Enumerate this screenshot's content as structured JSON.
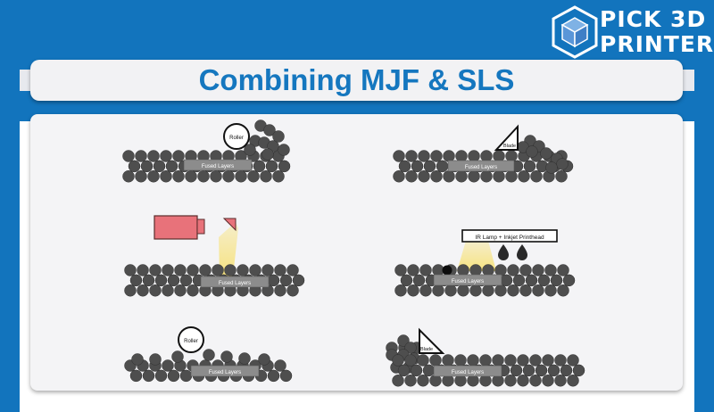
{
  "brand": {
    "line1": "PICK 3D",
    "line2": "PRINTER"
  },
  "title": "Combining MJF & SLS",
  "labels": {
    "fused_layers": "Fused Layers",
    "roller": "Roller",
    "blade": "Blade",
    "ir_lamp": "IR Lamp + Inkjet Printhead"
  },
  "colors": {
    "brand_blue": "#1274bd",
    "title_blue": "#1577bf",
    "powder": "#4e4e4e",
    "fused_layer": "#8c8c8c",
    "laser_body": "#e8727a",
    "laser_beam": "#f7e27a",
    "ink": "#2a2a2a"
  }
}
